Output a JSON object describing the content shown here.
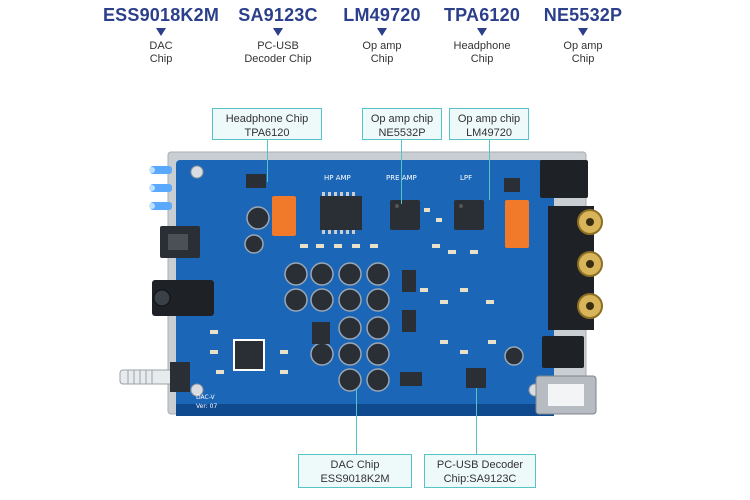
{
  "top_chips": [
    {
      "part": "ESS9018K2M",
      "line1": "DAC",
      "line2": "Chip"
    },
    {
      "part": "SA9123C",
      "line1": "PC-USB",
      "line2": "Decoder Chip"
    },
    {
      "part": "LM49720",
      "line1": "Op amp",
      "line2": "Chip"
    },
    {
      "part": "TPA6120",
      "line1": "Headphone",
      "line2": "Chip"
    },
    {
      "part": "NE5532P",
      "line1": "Op amp",
      "line2": "Chip"
    }
  ],
  "callouts": {
    "headphone": {
      "line1": "Headphone Chip",
      "line2": "TPA6120"
    },
    "opamp_ne5532p": {
      "line1": "Op amp chip",
      "line2": "NE5532P"
    },
    "opamp_lm49720": {
      "line1": "Op amp chip",
      "line2": "LM49720"
    },
    "dac": {
      "line1": "DAC Chip",
      "line2": "ESS9018K2M"
    },
    "usb_decoder": {
      "line1": "PC-USB Decoder",
      "line2": "Chip:SA9123C"
    }
  },
  "board": {
    "silkscreen": {
      "hp_amp": "HP AMP",
      "pre_amp": "PRE AMP",
      "lpf": "LPF",
      "version": "Ver: 07",
      "dac_label": "DAC-V"
    },
    "colors": {
      "pcb": "#1c66b8",
      "pcb_dark": "#0f4a8e",
      "chassis": "#c9ced3",
      "callout_border": "#57c3c6",
      "title_blue": "#2b3f8a",
      "rca_gold": "#d8b45a",
      "cap": "#2a2f36",
      "relay_orange": "#f07a2a"
    }
  }
}
